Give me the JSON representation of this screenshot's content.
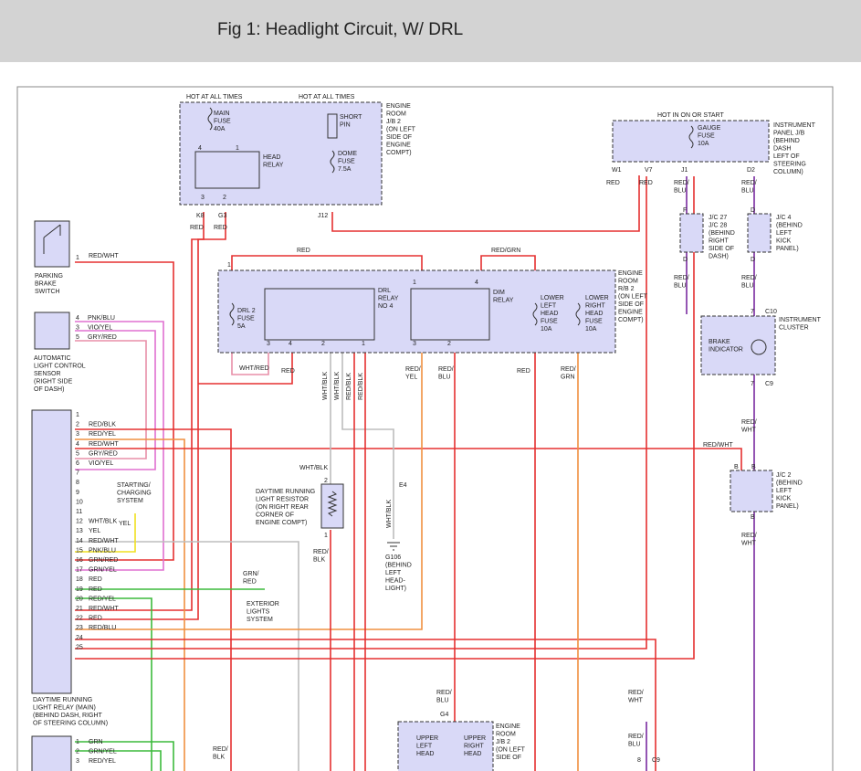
{
  "header": {
    "title": "Fig 1: Headlight Circuit, W/ DRL"
  },
  "colors": {
    "red": "#e53030",
    "blue": "#2a2ad0",
    "green": "#3cba3c",
    "yellow": "#f0e020",
    "pink": "#e070d0",
    "grey": "#bdbdbd",
    "orange": "#f09040",
    "purple": "#7a2aa0",
    "box_fill": "#d9d9f7",
    "header_bg": "#d3d3d3"
  },
  "top": {
    "hot_all_times_1": "HOT AT ALL TIMES",
    "hot_all_times_2": "HOT AT ALL TIMES",
    "hot_on_start": "HOT IN ON OR START"
  },
  "jb2": {
    "name": [
      "ENGINE",
      "ROOM",
      "J/B 2",
      "(ON LEFT",
      "SIDE OF",
      "ENGINE",
      "COMPT)"
    ],
    "main_fuse": [
      "MAIN",
      "FUSE",
      "40A"
    ],
    "head_relay": [
      "HEAD",
      "RELAY"
    ],
    "short_pin": [
      "SHORT",
      "PIN"
    ],
    "dome_fuse": [
      "DOME",
      "FUSE",
      "7.5A"
    ],
    "pins": {
      "p4": "4",
      "p1": "1",
      "p3": "3",
      "p2": "2"
    },
    "conn": {
      "k8": "K8",
      "g3": "G3",
      "j12": "J12"
    },
    "wires": {
      "k8": "RED",
      "g3": "RED"
    }
  },
  "ipjb": {
    "name": [
      "INSTRUMENT",
      "PANEL J/B",
      "(BEHIND",
      "DASH",
      "LEFT OF",
      "STEERING",
      "COLUMN)"
    ],
    "gauge_fuse": [
      "GAUGE",
      "FUSE",
      "10A"
    ],
    "conn": {
      "w1": "W1",
      "v7": "V7",
      "j1": "J1",
      "d2": "D2"
    },
    "wires": {
      "w1": "RED",
      "v7": "RED",
      "j1": [
        "RED/",
        "BLU"
      ],
      "d2": [
        "RED/",
        "BLU"
      ]
    }
  },
  "jc27": {
    "name": [
      "J/C 27",
      "J/C 28",
      "(BEHIND",
      "RIGHT",
      "SIDE OF",
      "DASH)"
    ],
    "pin_top": "F",
    "pin_bot": "D",
    "wire": [
      "RED/",
      "BLU"
    ]
  },
  "jc4": {
    "name": [
      "J/C 4",
      "(BEHIND",
      "LEFT",
      "KICK",
      "PANEL)"
    ],
    "pin_top": "D",
    "pin_bot": "D",
    "wire": [
      "RED/",
      "BLU"
    ]
  },
  "cluster": {
    "name": [
      "INSTRUMENT",
      "CLUSTER"
    ],
    "indicator": [
      "BRAKE",
      "INDICATOR"
    ],
    "pin_top": "7",
    "conn_top": "C10",
    "pin_bot": "7",
    "conn_bot": "C9",
    "wire": [
      "RED/",
      "WHT"
    ]
  },
  "jc2": {
    "name": [
      "J/C 2",
      "(BEHIND",
      "LEFT",
      "KICK",
      "PANEL)"
    ],
    "pin_l": "B",
    "pin_r": "B",
    "pin_bot": "B",
    "wire_in": "RED/WHT",
    "wire_out": [
      "RED/",
      "WHT"
    ]
  },
  "rb2": {
    "name": [
      "ENGINE",
      "ROOM",
      "R/B 2",
      "(ON LEFT",
      "SIDE OF",
      "ENGINE",
      "COMPT)"
    ],
    "drl2_fuse": [
      "DRL 2",
      "FUSE",
      "5A"
    ],
    "drl_relay": [
      "DRL",
      "RELAY",
      "NO 4"
    ],
    "dim_relay": [
      "DIM",
      "RELAY"
    ],
    "ll_fuse": [
      "LOWER",
      "LEFT",
      "HEAD",
      "FUSE",
      "10A"
    ],
    "lr_fuse": [
      "LOWER",
      "RIGHT",
      "HEAD",
      "FUSE",
      "10A"
    ],
    "top_wire": "RED",
    "top_wire_2": "RED/GRN",
    "pins": {
      "drl_1": "1",
      "dim_1": "1",
      "dim_4": "4",
      "drl_3": "3",
      "drl_4": "4",
      "drl_2": "2",
      "drl_1b": "1",
      "dim_3": "3",
      "dim_2": "2"
    },
    "bottom_wires": {
      "whtred": "WHT/RED",
      "red": "RED",
      "v1": "WHT/BLK",
      "v2": "WHT/BLK",
      "v3": "RED/BLK",
      "v4": "RED/BLK",
      "redyel": [
        "RED/",
        "YEL"
      ],
      "redblu": [
        "RED/",
        "BLU"
      ],
      "red2": "RED",
      "redgrn": [
        "RED/",
        "GRN"
      ]
    }
  },
  "parking_brake": {
    "name": [
      "PARKING",
      "BRAKE",
      "SWITCH"
    ],
    "pin": "1",
    "wire": "RED/WHT"
  },
  "alc_sensor": {
    "name": [
      "AUTOMATIC",
      "LIGHT CONTROL",
      "SENSOR",
      "(RIGHT SIDE",
      "OF DASH)"
    ],
    "pins": [
      {
        "n": "4",
        "w": "PNK/BLU"
      },
      {
        "n": "3",
        "w": "VIO/YEL"
      },
      {
        "n": "5",
        "w": "GRY/RED"
      }
    ]
  },
  "drl_main": {
    "name": [
      "DAYTIME RUNNING",
      "LIGHT RELAY (MAIN)",
      "(BEHIND DASH, RIGHT",
      "OF STEERING COLUMN)"
    ],
    "pins": [
      {
        "n": "1",
        "w": ""
      },
      {
        "n": "2",
        "w": "RED/BLK"
      },
      {
        "n": "3",
        "w": "RED/YEL"
      },
      {
        "n": "4",
        "w": "RED/WHT"
      },
      {
        "n": "5",
        "w": "GRY/RED"
      },
      {
        "n": "6",
        "w": "VIO/YEL"
      },
      {
        "n": "7",
        "w": ""
      },
      {
        "n": "8",
        "w": ""
      },
      {
        "n": "9",
        "w": ""
      },
      {
        "n": "10",
        "w": ""
      },
      {
        "n": "11",
        "w": ""
      },
      {
        "n": "12",
        "w": "WHT/BLK"
      },
      {
        "n": "13",
        "w": "YEL"
      },
      {
        "n": "14",
        "w": "RED/WHT"
      },
      {
        "n": "15",
        "w": "PNK/BLU"
      },
      {
        "n": "16",
        "w": "GRN/RED"
      },
      {
        "n": "17",
        "w": "GRN/YEL"
      },
      {
        "n": "18",
        "w": "RED"
      },
      {
        "n": "19",
        "w": "RED"
      },
      {
        "n": "20",
        "w": "RED/YEL"
      },
      {
        "n": "21",
        "w": "RED/WHT"
      },
      {
        "n": "22",
        "w": "RED"
      },
      {
        "n": "23",
        "w": "RED/BLU"
      },
      {
        "n": "24",
        "w": ""
      },
      {
        "n": "25",
        "w": ""
      }
    ]
  },
  "starting_sys": {
    "name": [
      "STARTING/",
      "CHARGING",
      "SYSTEM"
    ],
    "wire": "YEL"
  },
  "exterior": {
    "name": [
      "EXTERIOR",
      "LIGHTS",
      "SYSTEM"
    ],
    "wire": [
      "GRN/",
      "RED"
    ]
  },
  "mid_wire_redwht": "RED/WHT",
  "drl_resistor": {
    "name": [
      "DAYTIME RUNNING",
      "LIGHT RESISTOR",
      "(ON RIGHT REAR",
      "CORNER OF",
      "ENGINE COMPT)"
    ],
    "wire_top": "WHT/BLK",
    "pin_top": "2",
    "pin_bot": "1",
    "wire_bot": [
      "RED/",
      "BLK"
    ]
  },
  "ground": {
    "conn": "E4",
    "wire": "WHT/BLK",
    "name": [
      "G106",
      "(BEHIND",
      "LEFT",
      "HEAD-",
      "LIGHT)"
    ]
  },
  "jb2_bottom": {
    "name": [
      "ENGINE",
      "ROOM",
      "J/B 2",
      "(ON LEFT",
      "SIDE OF"
    ],
    "wire_in": [
      "RED/",
      "BLU"
    ],
    "conn": "G4",
    "ul_fuse": [
      "UPPER",
      "LEFT",
      "HEAD"
    ],
    "ur_fuse": [
      "UPPER",
      "RIGHT",
      "HEAD"
    ]
  },
  "bottom_right": {
    "wire1": [
      "RED/",
      "WHT"
    ],
    "wire2": [
      "RED/",
      "BLU"
    ],
    "pin": "8",
    "conn": "C9"
  },
  "bottom_left": {
    "pins": [
      {
        "n": "1",
        "w": "GRN"
      },
      {
        "n": "2",
        "w": "GRN/YEL"
      },
      {
        "n": "3",
        "w": "RED/YEL"
      }
    ],
    "wire_redblk": [
      "RED/",
      "BLK"
    ]
  }
}
